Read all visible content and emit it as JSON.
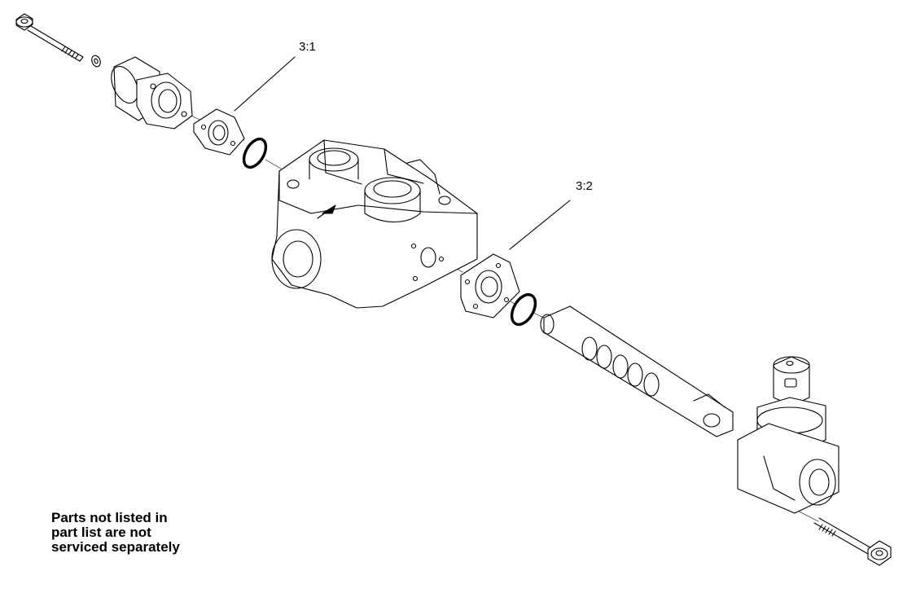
{
  "callouts": [
    {
      "label": "3:1"
    },
    {
      "label": "3:2"
    }
  ],
  "note": {
    "lines": [
      "Parts not listed in",
      "part list are not",
      "serviced separately"
    ]
  }
}
